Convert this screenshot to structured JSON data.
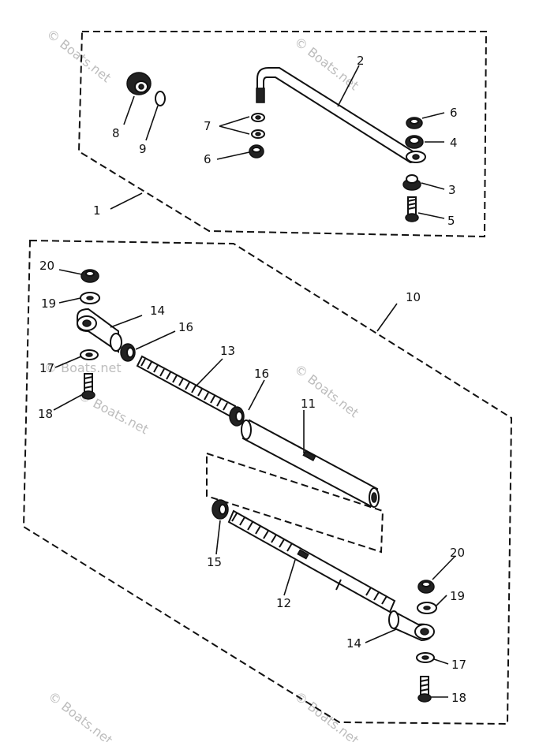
{
  "labels": {
    "l1": "1",
    "l2": "2",
    "l3": "3",
    "l4": "4",
    "l5": "5",
    "l6a": "6",
    "l6b": "6",
    "l7": "7",
    "l8": "8",
    "l9": "9",
    "l10": "10",
    "l11": "11",
    "l12": "12",
    "l13": "13",
    "l14a": "14",
    "l14b": "14",
    "l15": "15",
    "l16a": "16",
    "l16b": "16",
    "l17a": "17",
    "l17b": "17",
    "l18a": "18",
    "l18b": "18",
    "l19a": "19",
    "l19b": "19",
    "l20a": "20",
    "l20b": "20"
  },
  "watermarks": {
    "w1": "© Boats.net",
    "w2": "© Boats.net",
    "w3": "© Boats.net",
    "w4": "© Boats.net",
    "w5": "© Boats.net",
    "w6": "© Boats.net",
    "w7": "© Boats.net"
  }
}
